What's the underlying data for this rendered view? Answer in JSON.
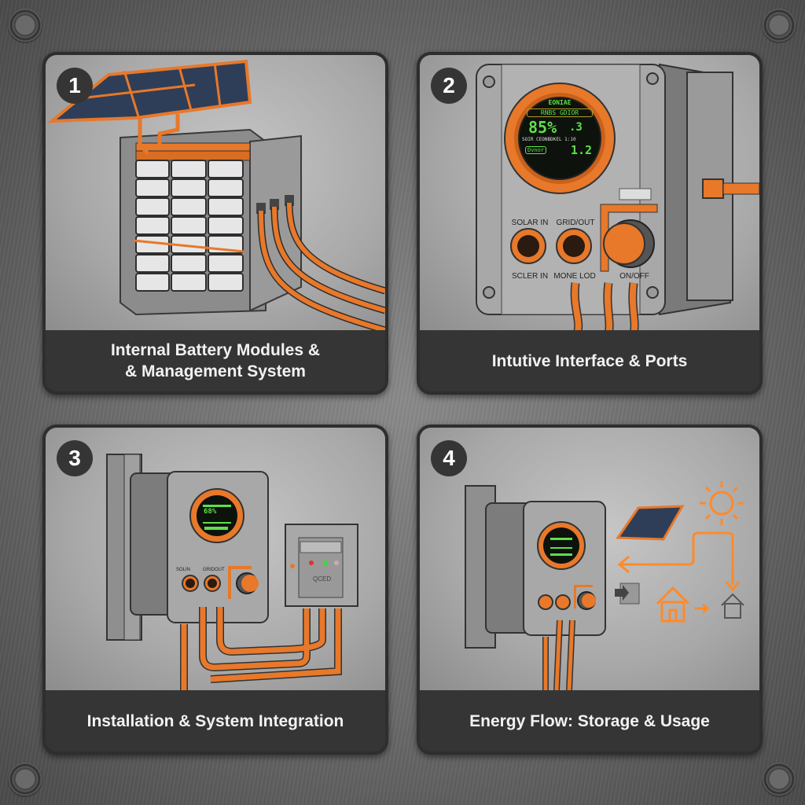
{
  "colors": {
    "accent_orange": "#e8782a",
    "panel_dark": "#353535",
    "lcd_green": "#5ee04a",
    "lcd_bg": "#0d120d",
    "metal_light": "#b8b8b8"
  },
  "panels": [
    {
      "number": "1",
      "caption_line1": "Internal Battery Modules &",
      "caption_line2": "& Management System",
      "illustration": "battery-cabinet-with-solar-panel"
    },
    {
      "number": "2",
      "caption_line1": "Intutive Interface & Ports",
      "illustration": "inverter-front-panel",
      "display": {
        "header": "EONIAE",
        "mode": "RNBS GDIOR",
        "charge_percent": "85%",
        "side_value": ".3",
        "line3": "SOIR CEONBDKEL 1:10",
        "button_label": "Dvnor",
        "power_value": "1.2"
      },
      "ports": {
        "port1_top": "SOLAR IN",
        "port1_bottom": "SCLER IN",
        "port2_top": "GRID/OUT",
        "port2_bottom": "MONE LOD",
        "switch_label": "ON/OFF"
      }
    },
    {
      "number": "3",
      "caption_line1": "Installation & System Integration",
      "illustration": "wall-mounted-unit-with-breaker-box",
      "display": {
        "charge_percent": "68%"
      },
      "ports": {
        "port1_top": "SOLIN",
        "port2_top": "GRIDOUT"
      },
      "breaker_label": "QCED"
    },
    {
      "number": "4",
      "caption_line1": "Energy Flow: Storage & Usage",
      "illustration": "energy-flow-sun-panel-home"
    }
  ]
}
